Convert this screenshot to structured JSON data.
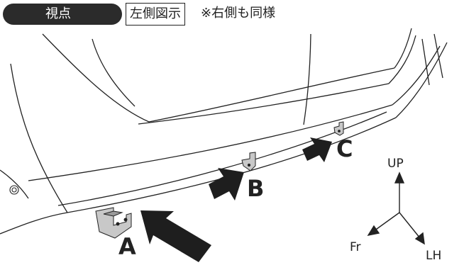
{
  "header": {
    "viewpoint_label": "視点",
    "view_label": "左側図示",
    "note": "※右側も同様"
  },
  "markers": {
    "a": "A",
    "b": "B",
    "c": "C"
  },
  "axes": {
    "up": "UP",
    "front": "Fr",
    "left_hand": "LH"
  },
  "colors": {
    "line": "#222222",
    "arrow": "#1e1e1e",
    "bracket_fill": "#c8c8c8",
    "header_pill": "#2b2b2b"
  }
}
